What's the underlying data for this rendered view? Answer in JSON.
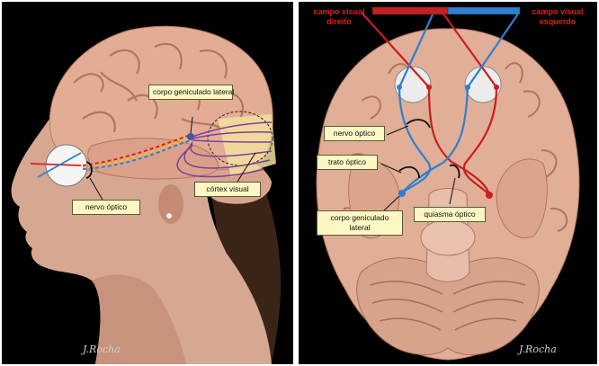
{
  "left_panel": {
    "labels": {
      "corpo_geniculado_lateral": "corpo geniculado lateral",
      "cortex_visual": "córtex visual",
      "nervo_optico": "nervo óptico"
    },
    "signature": "J.Rocha"
  },
  "right_panel": {
    "header": {
      "left_field": "campo visual direito",
      "right_field": "campo visual esquerdo"
    },
    "labels": {
      "nervo_optico": "nervo óptico",
      "trato_optico": "trato óptico",
      "corpo_geniculado_lateral": "corpo geniculado lateral",
      "quiasma_optico": "quiasma óptico"
    },
    "signature": "J.Rocha"
  },
  "colors": {
    "background": "#000000",
    "label_fill": "#fdf7c3",
    "header_text": "#d8211f",
    "right_pathway": "#c81e1e",
    "left_pathway": "#2f7fd0",
    "radiation": "#7a3fa0"
  }
}
